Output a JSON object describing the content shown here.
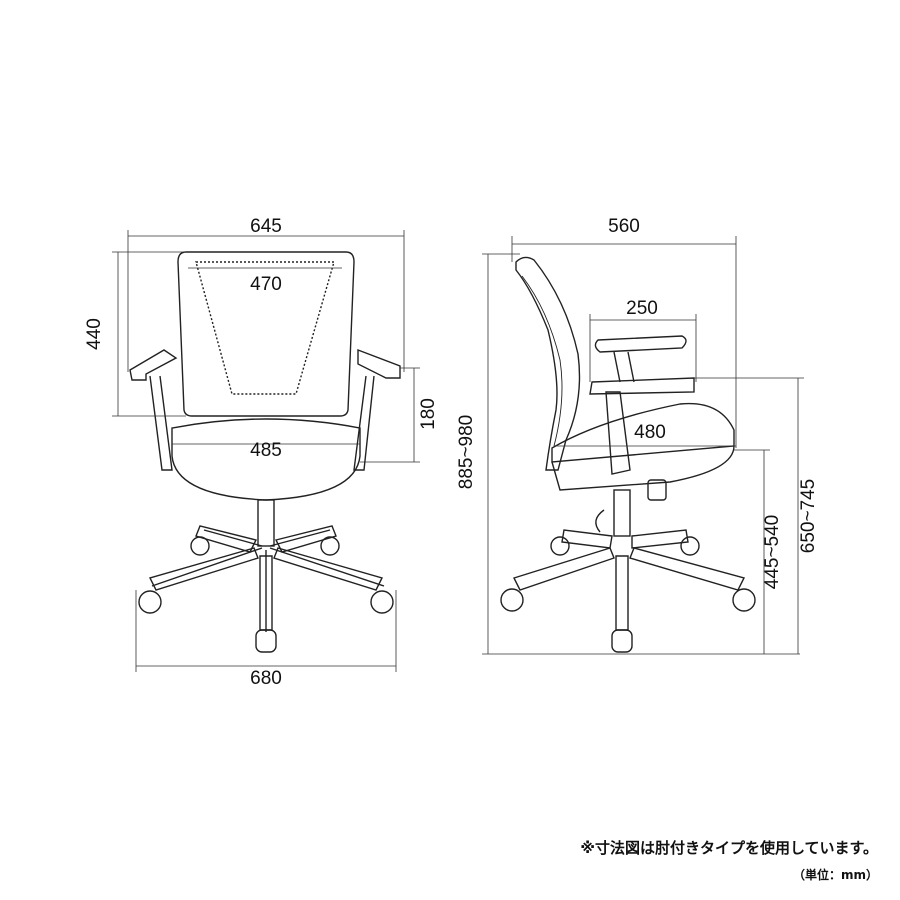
{
  "front_view": {
    "overall_width": "645",
    "back_width": "470",
    "back_height": "440",
    "armrest_height": "180",
    "seat_width": "485",
    "base_width": "680"
  },
  "side_view": {
    "overall_depth": "560",
    "armrest_depth": "250",
    "seat_depth": "480",
    "overall_height": "885~980",
    "seat_height": "445~540",
    "armrest_floor_height": "650~745"
  },
  "notes": {
    "main": "※寸法図は肘付きタイプを使用しています。",
    "unit": "（単位：mm）"
  }
}
